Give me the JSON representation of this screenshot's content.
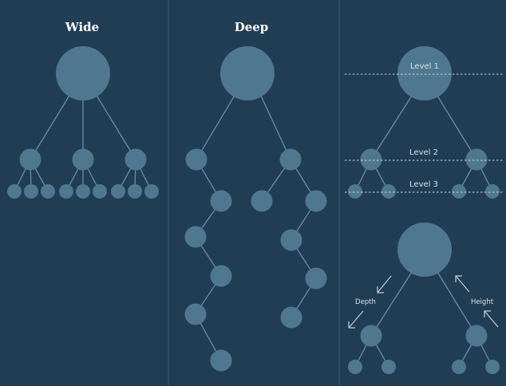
{
  "panels": {
    "wide_title": "Wide",
    "deep_title": "Deep"
  },
  "levels": {
    "level1": "Level 1",
    "level2": "Level 2",
    "level3": "Level 3"
  },
  "measures": {
    "depth": "Depth",
    "height": "Height"
  },
  "colors": {
    "background": "#203d54",
    "node": "#4f7890",
    "edge": "#6d8da5",
    "separator": "#3d5d75",
    "guide": "#c9d6e0"
  }
}
